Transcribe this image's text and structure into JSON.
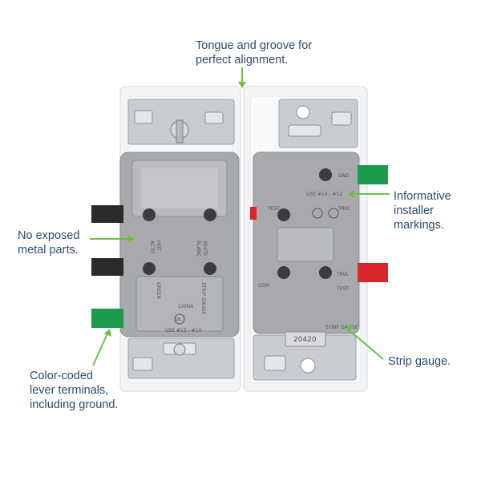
{
  "callouts": {
    "tongue": [
      "Tongue and groove for",
      "perfect alignment."
    ],
    "markings": [
      "Informative",
      "installer",
      "markings."
    ],
    "metal": [
      "No exposed",
      "metal parts."
    ],
    "gauge": [
      "Strip gauge."
    ],
    "levers": [
      "Color-coded",
      "lever terminals,",
      "including ground."
    ]
  },
  "device_text": {
    "hot": "HOT",
    "actif": "ACTIF",
    "white": "WHITE",
    "blanc": "BLANC",
    "green": "GREEN",
    "china": "CHINA",
    "ul": "UL",
    "strip_gauge_left": "STRIP GAUGE",
    "left_use": "USE #12 - #10",
    "gnd": "GND",
    "use_right": "USE #14 - #12",
    "test_top": "TEST",
    "trvl_top": "TRVL",
    "com": "COM",
    "trvl_bottom": "TRVL",
    "test_bottom": "TEST",
    "stamp": "20420",
    "strip_right": "STRIP GAUGE"
  },
  "colors": {
    "callout_text": "#2d4a6e",
    "leader_line": "#6cc04a",
    "body_gray": "#a7a9ad",
    "housing_white": "#f3f4f6",
    "lever_black": "#2b2b2b",
    "lever_green": "#1a9a4a",
    "lever_red": "#d8262c",
    "strap_metal": "#c9ccd0"
  }
}
